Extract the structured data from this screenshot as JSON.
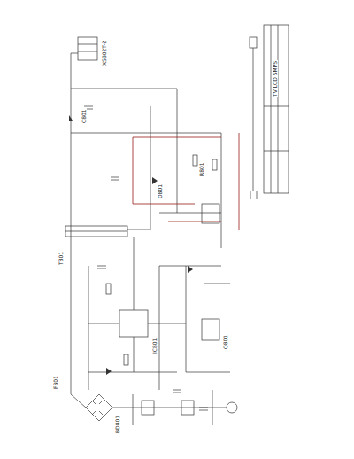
{
  "diagram": {
    "title": "TV LCD SMPS",
    "labels": [
      "XS802T-2",
      "BD801",
      "T801",
      "IC801",
      "F801",
      "C801",
      "R801",
      "D801",
      "Q801"
    ]
  }
}
